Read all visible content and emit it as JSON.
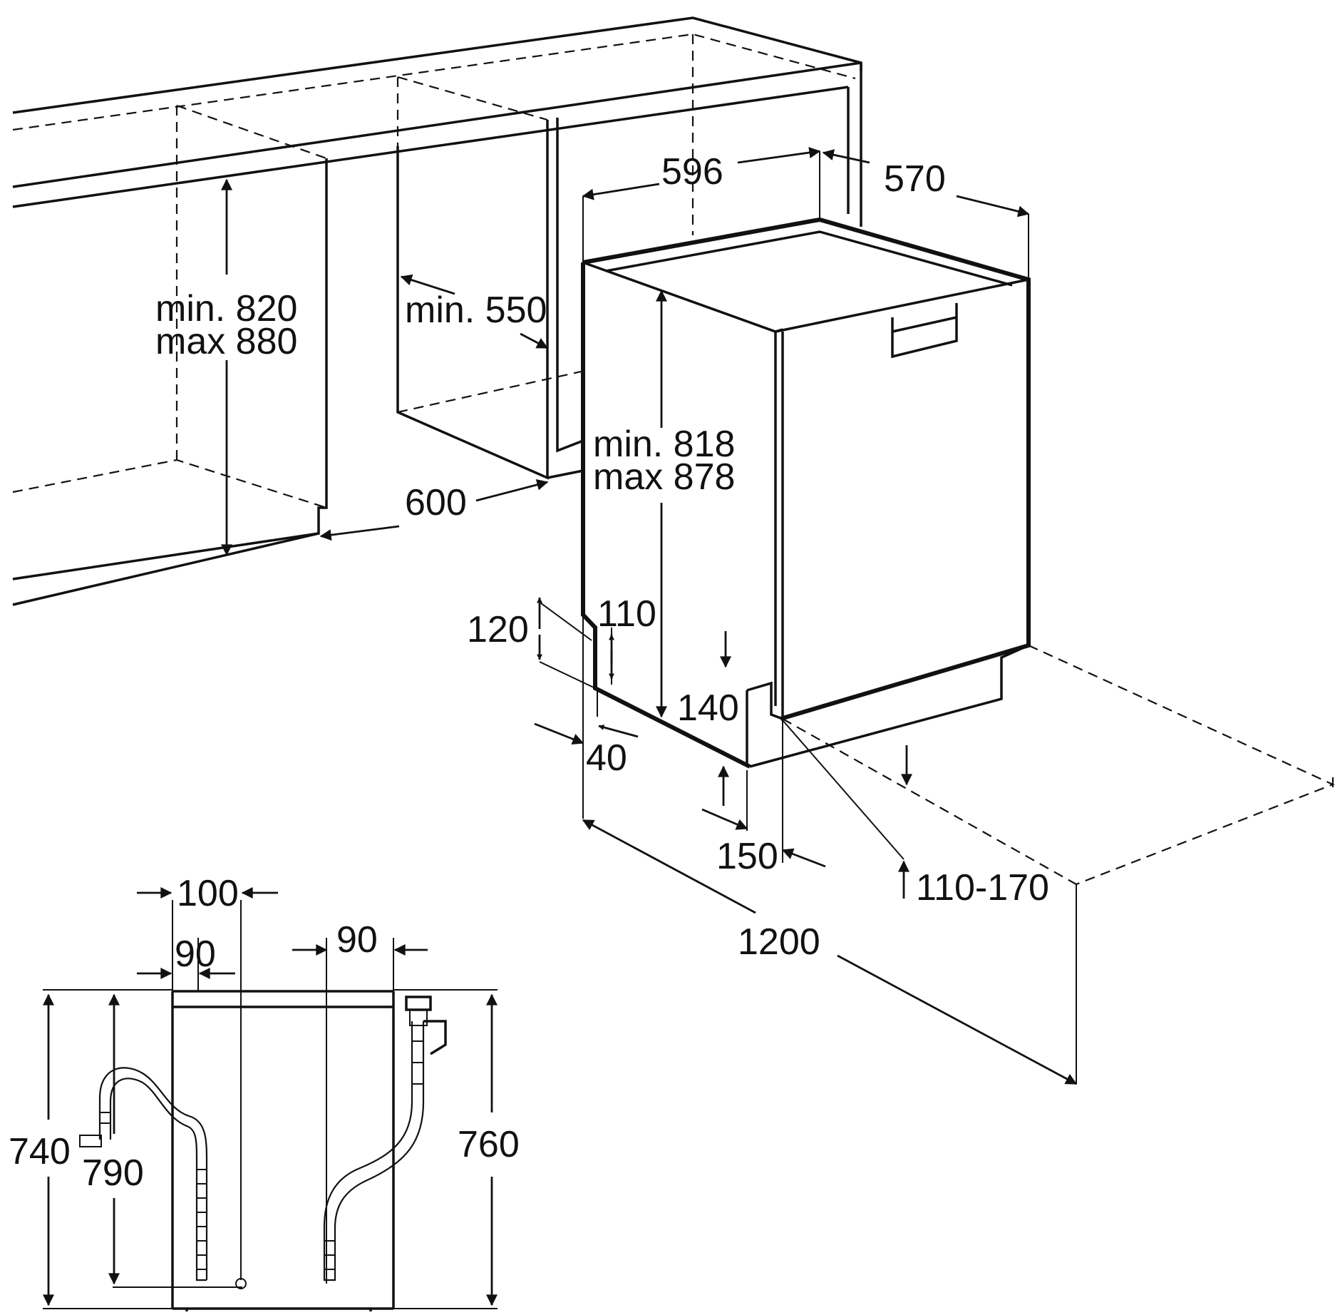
{
  "labels": {
    "counter_height_min": "min. 820",
    "counter_height_max": "max 880",
    "niche_depth_min": "min. 550",
    "niche_width": "600",
    "width": "596",
    "depth": "570",
    "appliance_height_min": "min. 818",
    "appliance_height_max": "max 878",
    "plinth_120": "120",
    "plinth_110": "110",
    "door_gap_140": "140",
    "recess_40": "40",
    "plinth_depth_150": "150",
    "plinth_height_range": "110-170",
    "door_swing_1200": "1200",
    "hose_100": "100",
    "hose_left_90": "90",
    "hose_right_90": "90",
    "height_740": "740",
    "height_790": "790",
    "height_760": "760"
  },
  "colors": {
    "line": "#111111",
    "background": "#ffffff"
  }
}
